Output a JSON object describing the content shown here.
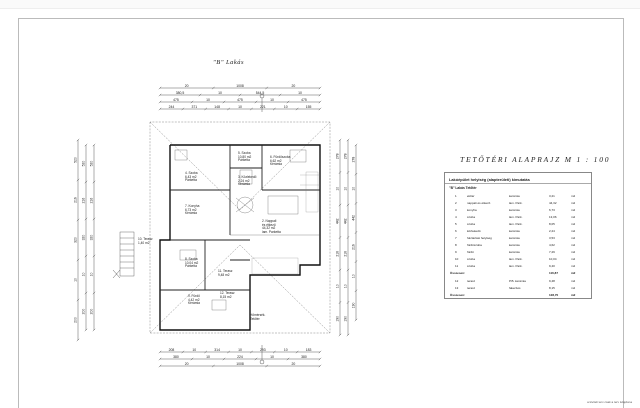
{
  "drawing": {
    "unit_label": "\"B\" Lakás",
    "plan_title": "TETŐTÉRI ALAPRAJZ M 1 : 100",
    "dims_top_outer": [
      "20",
      "1008",
      "20"
    ],
    "dims_top_mid": [
      "380,5",
      "10",
      "544,5",
      "10"
    ],
    "dims_top_inner": [
      "475",
      "10",
      "475",
      "10",
      "475"
    ],
    "dims_top_room": [
      "244",
      "371",
      "148",
      "10",
      "221",
      "10",
      "155"
    ],
    "dims_bottom_room": [
      "208",
      "10",
      "314",
      "10",
      "293",
      "10",
      "183"
    ],
    "dims_bottom_mid": [
      "380",
      "10",
      "224",
      "10",
      "380"
    ],
    "dims_bottom_outer": [
      "20",
      "1008",
      "20"
    ],
    "dims_left": [
      "520",
      "216",
      "320",
      "10",
      "200"
    ],
    "dims_right": [
      "278",
      "10",
      "442",
      "216",
      "10",
      "190"
    ],
    "rooms": [
      {
        "lines": [
          "4. Szoba",
          "6,43 m2",
          "Parketta"
        ]
      },
      {
        "lines": [
          "5. Szoba",
          "10,80 m2",
          "Parketta"
        ]
      },
      {
        "lines": [
          "6. Fürdőszoba",
          "6,62 m2",
          "Kerámia"
        ]
      },
      {
        "lines": [
          "3. Közlekedő",
          "2,24 m2",
          "Kerámia"
        ]
      },
      {
        "lines": [
          "2. Nappali",
          "és étkező",
          "44,32 m2",
          "lam. Parketta"
        ]
      },
      {
        "lines": [
          "7. Konyha",
          "6,73 m2",
          "Kerámia"
        ]
      },
      {
        "lines": [
          "8. Szoba",
          "10,04 m2",
          "Parketta"
        ]
      },
      {
        "lines": [
          "9. Fürdő",
          "4,42 m2",
          "Kerámia"
        ]
      },
      {
        "lines": [
          "10. Terasz",
          "1,40 m2"
        ]
      },
      {
        "lines": [
          "11. Terasz",
          "9,48 m2"
        ]
      },
      {
        "lines": [
          "12. Terasz",
          "8,15 m2"
        ]
      },
      {
        "lines": [
          "Hőmérsék.",
          "Tetőtér"
        ]
      }
    ]
  },
  "table": {
    "heading": "Lakóépület helyiség (alapterületi) kimutatás",
    "sub": "\"B\" Lakás Tetőtér",
    "rows": [
      {
        "no": "1",
        "name": "előtér",
        "floor": "kerámia",
        "area": "3,21",
        "unit": "m2"
      },
      {
        "no": "2",
        "name": "nappali és étkező",
        "floor": "lam. Park.",
        "area": "44,32",
        "unit": "m2"
      },
      {
        "no": "3",
        "name": "konyha",
        "floor": "kerámia",
        "area": "6,73",
        "unit": "m2"
      },
      {
        "no": "4",
        "name": "szoba",
        "floor": "lam. Park.",
        "area": "13,06",
        "unit": "m2"
      },
      {
        "no": "5",
        "name": "szoba",
        "floor": "lam. Park.",
        "area": "8,05",
        "unit": "m2"
      },
      {
        "no": "6",
        "name": "közlekedő",
        "floor": "kerámia",
        "area": "2,24",
        "unit": "m2"
      },
      {
        "no": "7",
        "name": "háztartási helyiség",
        "floor": "kerámia",
        "area": "3,53",
        "unit": "m2"
      },
      {
        "no": "8",
        "name": "fürdőszoba",
        "floor": "kerámia",
        "area": "4,62",
        "unit": "m2"
      },
      {
        "no": "9",
        "name": "fürdő",
        "floor": "kerámia",
        "area": "7,29",
        "unit": "m2"
      },
      {
        "no": "10",
        "name": "szoba",
        "floor": "lam. Park.",
        "area": "10,04",
        "unit": "m2"
      },
      {
        "no": "11",
        "name": "szoba",
        "floor": "lam. Park.",
        "area": "9,40",
        "unit": "m2"
      }
    ],
    "sum1": {
      "label": "Összesen:",
      "area": "116,87",
      "unit": "m2"
    },
    "rows2": [
      {
        "no": "12",
        "name": "terasz",
        "floor": "P.B. kerámia",
        "area": "9,48",
        "unit": "m2"
      },
      {
        "no": "13",
        "name": "terasz",
        "floor": "fakerítés",
        "area": "8,15",
        "unit": "m2"
      }
    ],
    "sum2": {
      "label": "Összesen:",
      "area": "128,70",
      "unit": "m2"
    }
  },
  "footer": "a kiviteli terv csak a terv tulajdona"
}
